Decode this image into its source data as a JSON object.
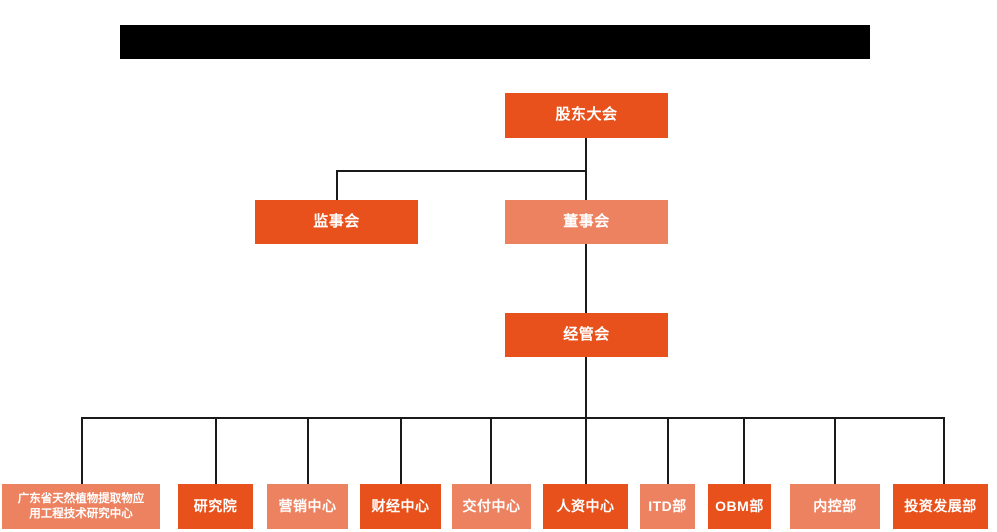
{
  "page": {
    "title_bar": {
      "name": "redacted-title-bar",
      "text": "",
      "color": "#000000"
    },
    "colors": {
      "dark_orange": "#E8511B",
      "light_orange": "#ED8260",
      "connector": "#1a1a1a",
      "background": "#ffffff",
      "node_text": "#ffffff"
    }
  },
  "org_chart": {
    "levels": {
      "level1": [
        {
          "id": "shareholders-meeting",
          "label": "股东大会",
          "style": "dark"
        }
      ],
      "level2": [
        {
          "id": "board-of-supervisors",
          "label": "监事会",
          "style": "dark"
        },
        {
          "id": "board-of-directors",
          "label": "董事会",
          "style": "light"
        }
      ],
      "level3": [
        {
          "id": "management-committee",
          "label": "经管会",
          "style": "dark"
        }
      ],
      "departments": [
        {
          "id": "guangdong-research-center",
          "label": "广东省天然植物提取物应用工程技术研究中心",
          "line1": "广东省天然植物提取物应",
          "line2": "用工程技术研究中心",
          "style": "light"
        },
        {
          "id": "research-institute",
          "label": "研究院",
          "style": "dark"
        },
        {
          "id": "marketing-center",
          "label": "营销中心",
          "style": "light"
        },
        {
          "id": "finance-center",
          "label": "财经中心",
          "style": "dark"
        },
        {
          "id": "delivery-center",
          "label": "交付中心",
          "style": "light"
        },
        {
          "id": "hr-center",
          "label": "人资中心",
          "style": "dark"
        },
        {
          "id": "itd-department",
          "label": "ITD部",
          "style": "light"
        },
        {
          "id": "obm-department",
          "label": "OBM部",
          "style": "dark"
        },
        {
          "id": "internal-control-department",
          "label": "内控部",
          "style": "light"
        },
        {
          "id": "investment-development-department",
          "label": "投资发展部",
          "style": "dark"
        }
      ]
    }
  }
}
